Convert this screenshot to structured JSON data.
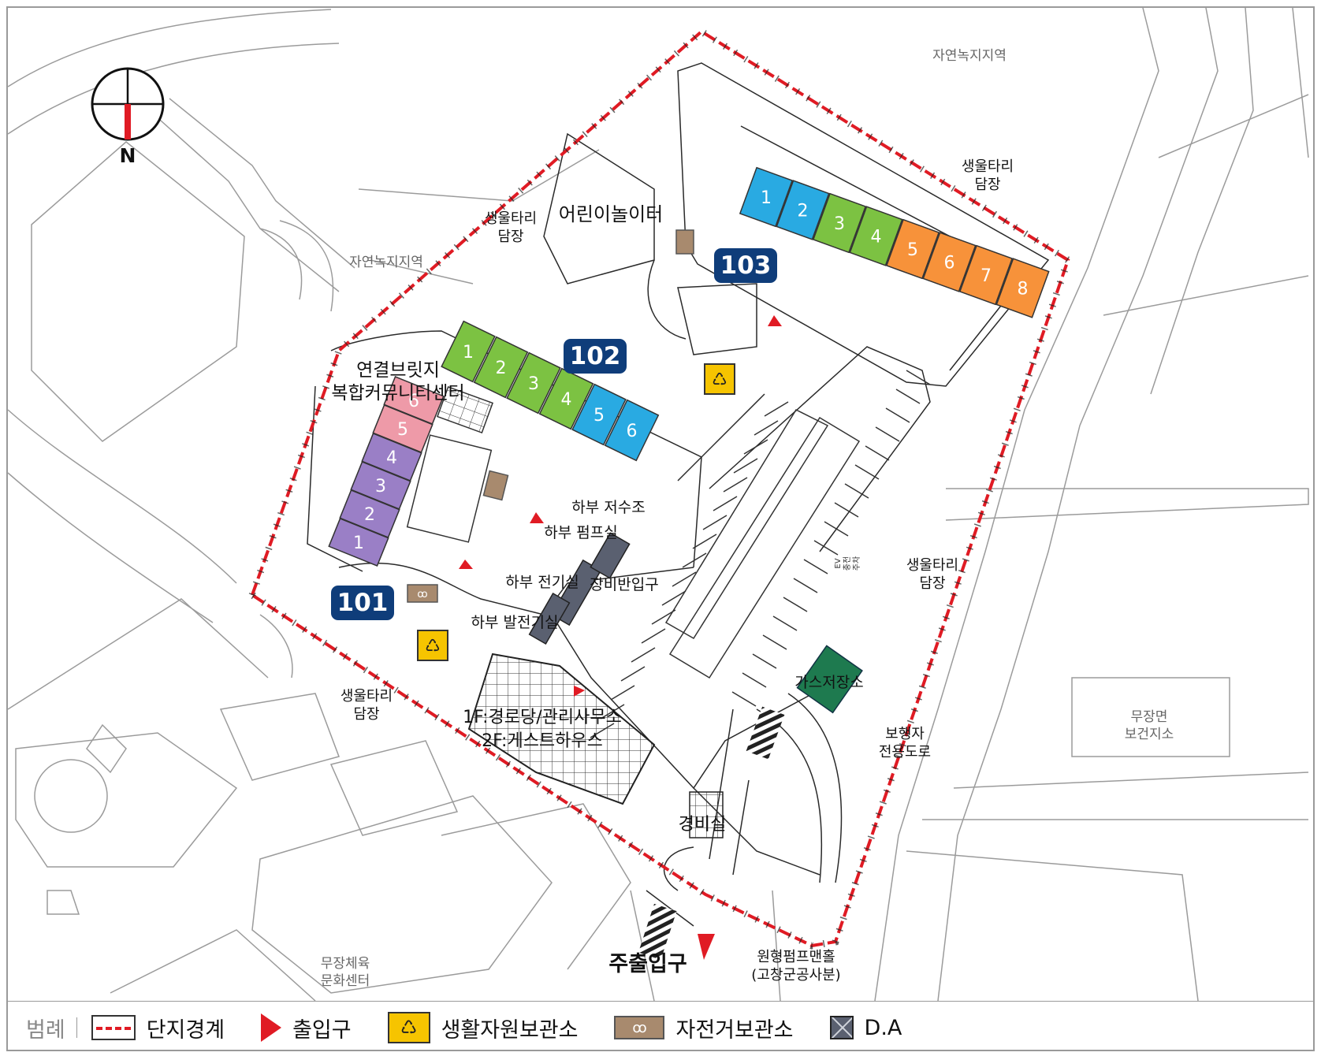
{
  "compass": {
    "label": "N"
  },
  "zones": {
    "north_green": "자연녹지지역",
    "west_green": "자연녹지지역",
    "health_center": [
      "무장면",
      "보건지소"
    ],
    "sports_center": [
      "무장체육",
      "문화센터"
    ]
  },
  "walls": {
    "northeast": [
      "생울타리",
      "담장"
    ],
    "north_mid": [
      "생울타리",
      "담장"
    ],
    "east": [
      "생울타리",
      "담장"
    ],
    "southwest": [
      "생울타리",
      "담장"
    ]
  },
  "buildings": {
    "b101": {
      "label": "101",
      "units": [
        "1",
        "2",
        "3",
        "4",
        "5",
        "6"
      ]
    },
    "b102": {
      "label": "102",
      "units": [
        "1",
        "2",
        "3",
        "4",
        "5",
        "6"
      ]
    },
    "b103": {
      "label": "103",
      "units": [
        "1",
        "2",
        "3",
        "4",
        "5",
        "6",
        "7",
        "8"
      ]
    }
  },
  "facilities": {
    "playground": "어린이놀이터",
    "bridge": "연결브릿지",
    "community": "복합커뮤니티센터",
    "water_tank": "하부 저수조",
    "pump_room": "하부 펌프실",
    "electric_room": "하부 전기실",
    "generator_room": "하부 발전기실",
    "equipment_entry": "장비반입구",
    "senior_center": "1F:경로당/관리사무소",
    "guest_house": "2F:게스트하우스",
    "guard_house": "경비실",
    "gas_storage": "가스저장소",
    "pedestrian_road": [
      "보행자",
      "전용도로"
    ],
    "main_entrance": "주출입구",
    "manhole": [
      "원형펌프맨홀",
      "(고창군공사분)"
    ],
    "ev_sign": [
      "EV",
      "충전",
      "주차"
    ]
  },
  "legend": {
    "title": "범례",
    "items": [
      {
        "icon": "boundary-icon",
        "label": "단지경계"
      },
      {
        "icon": "entrance-arrow-icon",
        "label": "출입구"
      },
      {
        "icon": "recycle-icon",
        "label": "생활자원보관소"
      },
      {
        "icon": "bicycle-icon",
        "label": "자전거보관소"
      },
      {
        "icon": "dry-area-icon",
        "label": "D.A"
      }
    ]
  },
  "colors": {
    "boundary": "#e01b24",
    "b101_purple": "#9a7fc6",
    "b101_pink": "#ee9aa8",
    "b102_green": "#7cc242",
    "b102_blue": "#29aae2",
    "b103_blue": "#29aae2",
    "b103_green": "#7cc242",
    "b103_orange": "#f7923a",
    "tag": "#0f3d7a",
    "recycle": "#f6c400",
    "bike": "#a88a6e",
    "gas": "#1e7a4f"
  }
}
